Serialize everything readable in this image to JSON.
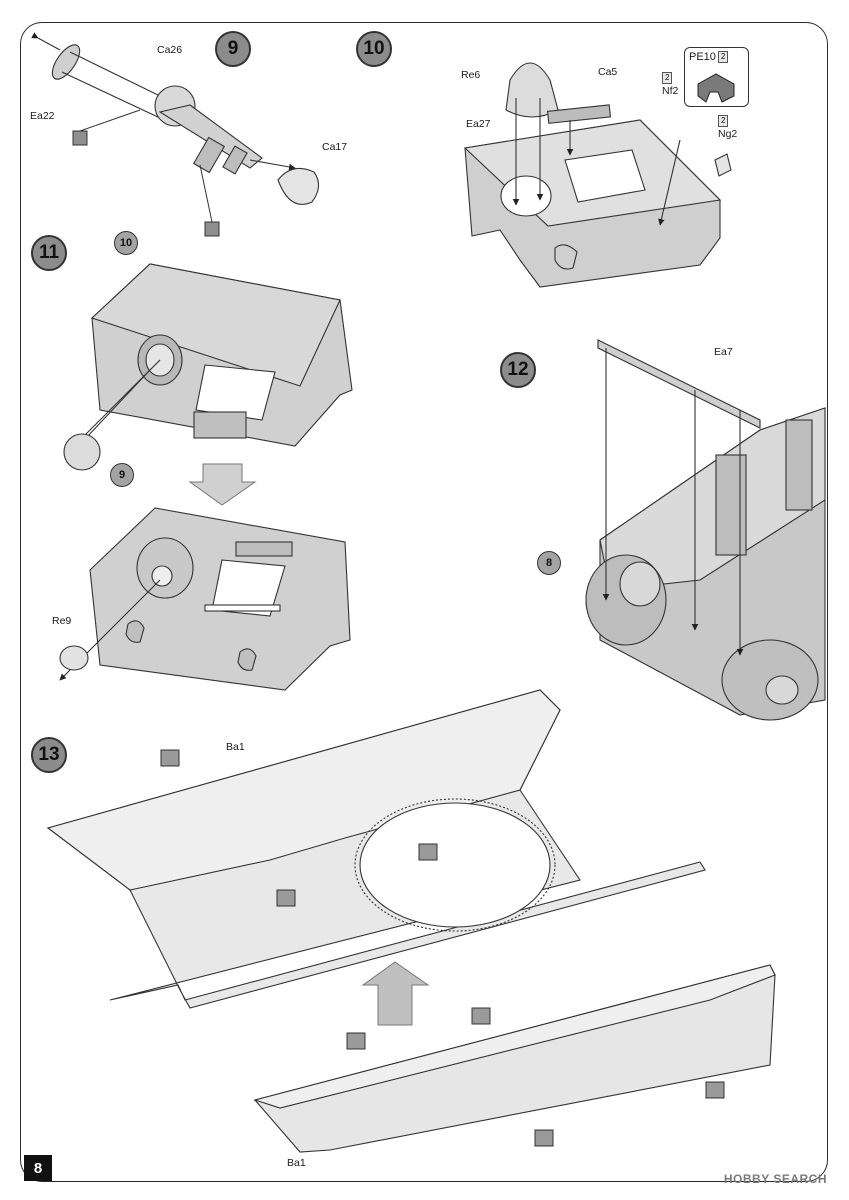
{
  "steps": {
    "s9": "9",
    "s10": "10",
    "s11": "11",
    "s12": "12",
    "s13": "13"
  },
  "refs": {
    "r10": "10",
    "r9": "9",
    "r8": "8"
  },
  "parts": {
    "ea22": "Ea22",
    "ca26": "Ca26",
    "ca17": "Ca17",
    "re6": "Re6",
    "ca5": "Ca5",
    "ea27": "Ea27",
    "nf2": "Nf2",
    "ng2": "Ng2",
    "pe10": "PE10",
    "re9": "Re9",
    "ea7": "Ea7",
    "ba1_top": "Ba1",
    "ba1_bottom": "Ba1"
  },
  "quantities": {
    "nf2": "2",
    "ng2": "2",
    "pe10": "2"
  },
  "page_number": "8",
  "watermark": "HOBBY SEARCH",
  "colors": {
    "plastic": "#c9c9c9",
    "plastic_light": "#e2e2e2",
    "outline": "#333333",
    "arrow_fill": "#bdbdbd",
    "step_circle": "#8c8c8c"
  },
  "icons": {
    "glue": "glue-symbol-icon",
    "assembly_arrow": "assembly-arrow-icon",
    "drill": "drill-hole-icon"
  }
}
